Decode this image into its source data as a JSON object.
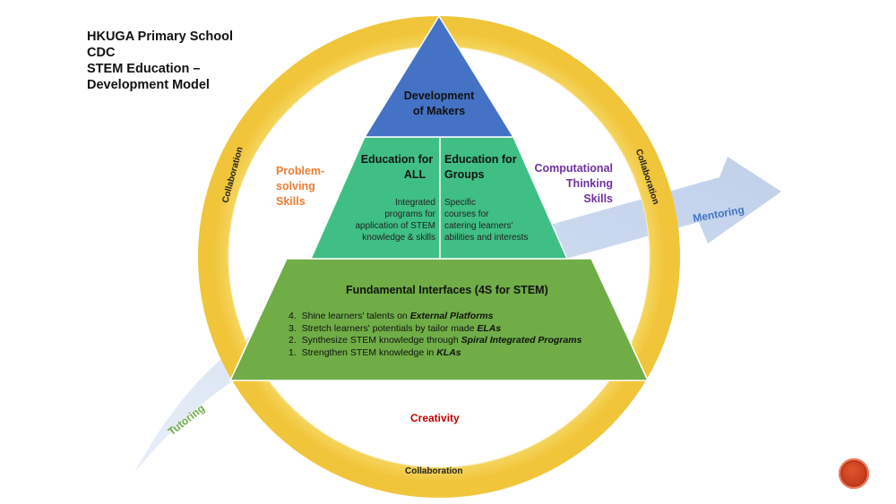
{
  "title": {
    "line1": "HKUGA Primary School",
    "line2": "CDC",
    "line3": "STEM Education –",
    "line4": "Development Model"
  },
  "pyramid": {
    "top": {
      "line1": "Development",
      "line2": "of Makers",
      "color": "#4472c4"
    },
    "middle_left": {
      "heading1": "Education for",
      "heading2": "ALL",
      "body1": "Integrated",
      "body2": "programs for",
      "body3": "application of STEM",
      "body4": "knowledge & skills"
    },
    "middle_right": {
      "heading1": "Education for",
      "heading2": "Groups",
      "body1": "Specific",
      "body2": "courses for",
      "body3": "catering learners'",
      "body4": "abilities and interests"
    },
    "middle_color": "#3fbf84",
    "base": {
      "heading": "Fundamental Interfaces (4S for STEM)",
      "color": "#70ad47",
      "items": [
        {
          "num": "4.",
          "text": "Shine learners' talents on ",
          "emph": "External Platforms"
        },
        {
          "num": "3.",
          "text": "Stretch learners' potentials by tailor made ",
          "emph": "ELAs"
        },
        {
          "num": "2.",
          "text": "Synthesize STEM knowledge through ",
          "emph": "Spiral Integrated Programs"
        },
        {
          "num": "1.",
          "text": "Strengthen STEM knowledge in ",
          "emph": "KLAs"
        }
      ]
    }
  },
  "ring": {
    "color": "#f5d35a",
    "left_label": "Collaboration",
    "right_label": "Collaboration",
    "bottom_label": "Collaboration"
  },
  "skills": {
    "problem1": "Problem-",
    "problem2": "solving",
    "problem3": "Skills",
    "problem_color": "#ed7d31",
    "comp1": "Computational",
    "comp2": "Thinking",
    "comp3": "Skills",
    "comp_color": "#7030a0",
    "creativity": "Creativity",
    "creativity_color": "#c00000"
  },
  "arrow": {
    "color": "#c9d7ec",
    "tutoring": "Tutoring",
    "tutoring_color": "#70ad47",
    "mentoring": "Mentoring",
    "mentoring_color": "#4472c4"
  }
}
